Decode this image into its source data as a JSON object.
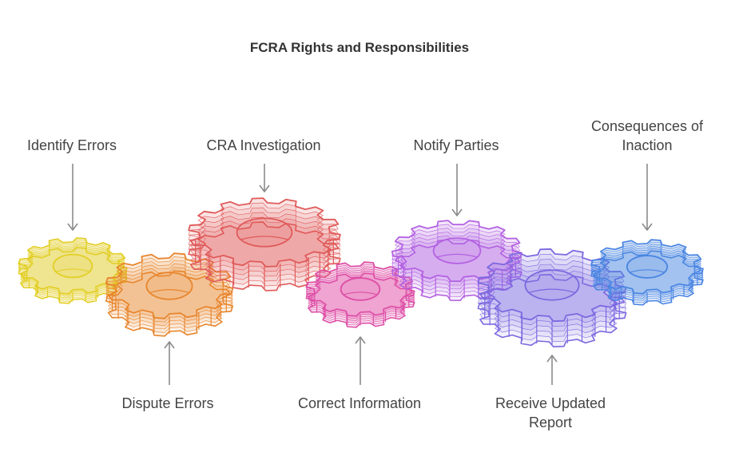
{
  "title": "FCRA Rights and Responsibilities",
  "colors": {
    "yellow": "#e3cf27",
    "orange": "#e8862e",
    "red": "#e05a5a",
    "pink": "#dd4fa6",
    "violet": "#b462e2",
    "purple": "#7c68e0",
    "blue": "#4b86e3",
    "arrow": "#8a8a8a"
  },
  "steps": [
    {
      "label": "Identify Errors",
      "color": "yellow",
      "position": "top"
    },
    {
      "label": "Dispute Errors",
      "color": "orange",
      "position": "bottom"
    },
    {
      "label": "CRA Investigation",
      "color": "red",
      "position": "top"
    },
    {
      "label": "Correct Information",
      "color": "pink",
      "position": "bottom"
    },
    {
      "label": "Notify Parties",
      "color": "violet",
      "position": "top"
    },
    {
      "label": "Receive Updated Report",
      "color": "purple",
      "position": "bottom"
    },
    {
      "label": "Consequences of Inaction",
      "color": "blue",
      "position": "top"
    }
  ]
}
